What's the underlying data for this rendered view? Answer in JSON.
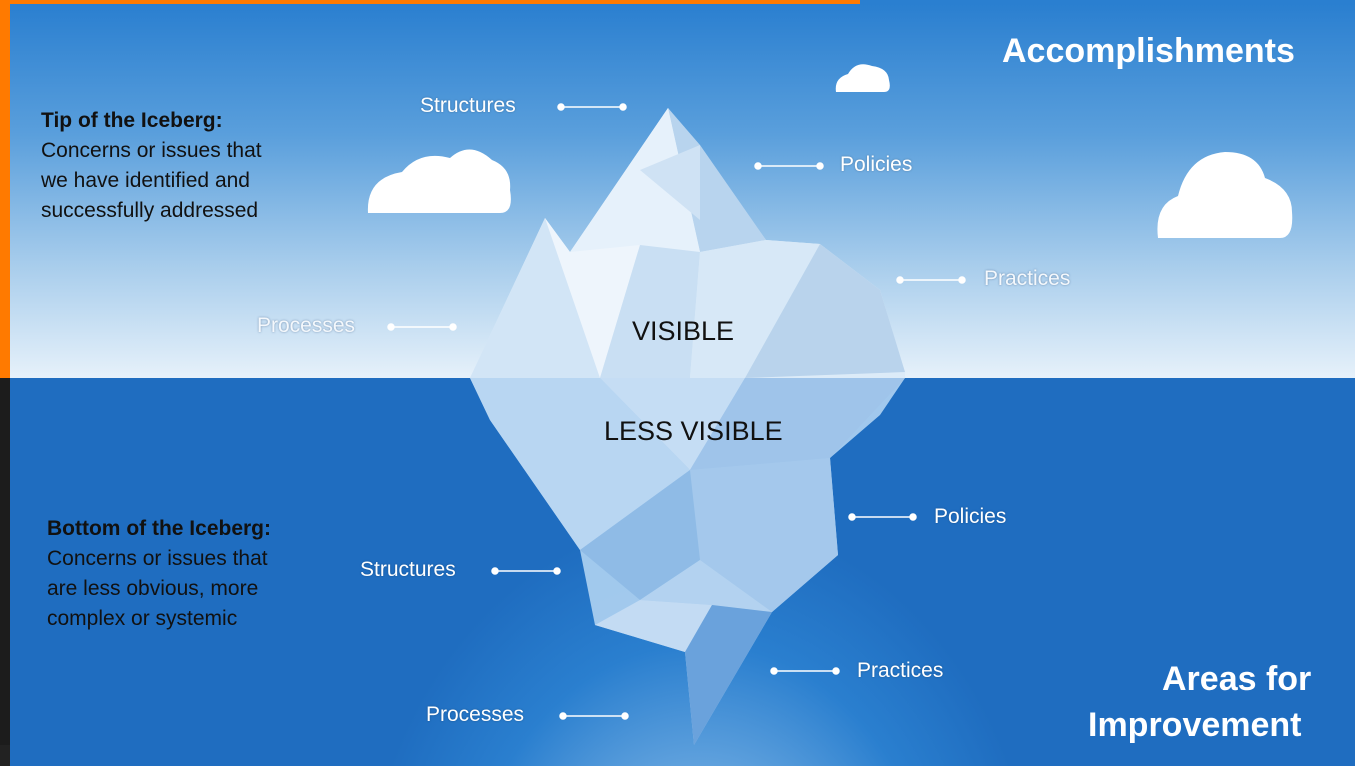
{
  "headings": {
    "top_right": "Accomplishments",
    "bottom_right_line1": "Areas for",
    "bottom_right_line2": "Improvement"
  },
  "tip_note": {
    "title": "Tip of the Iceberg:",
    "lines": [
      "Concerns or issues that",
      "we have identified and",
      "successfully addressed"
    ]
  },
  "bottom_note": {
    "title": "Bottom of the Iceberg:",
    "lines": [
      "Concerns or issues that",
      "are less obvious, more",
      "complex or systemic"
    ]
  },
  "zones": {
    "visible": "VISIBLE",
    "less_visible": "LESS VISIBLE"
  },
  "top_labels": {
    "structures": "Structures",
    "policies": "Policies",
    "practices": "Practices",
    "processes": "Processes"
  },
  "bottom_labels": {
    "structures": "Structures",
    "policies": "Policies",
    "practices": "Practices",
    "processes": "Processes"
  },
  "colors": {
    "orange_frame": "#ff7a00",
    "sky_top": "#2a7fd0",
    "sea": "#1f6dc0",
    "ice_light": "#e8f2fb",
    "text_dark": "#111111",
    "text_light": "#ffffff"
  }
}
